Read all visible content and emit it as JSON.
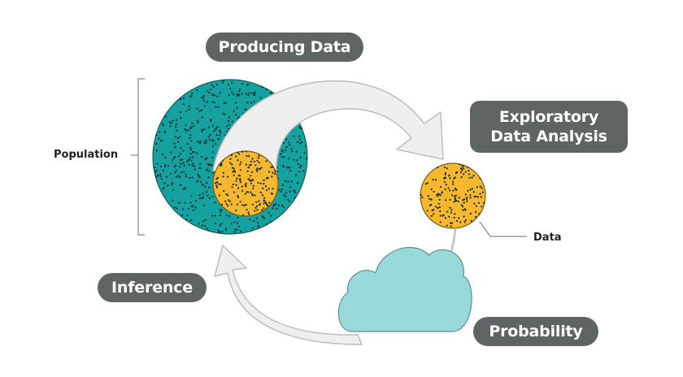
{
  "labels": {
    "producing_data": "Producing Data",
    "exploratory_data_analysis": "Exploratory Data Analysis",
    "inference": "Inference",
    "probability": "Probability",
    "population": "Population",
    "data": "Data"
  },
  "colors": {
    "population_fill": "#15a1a0",
    "sample_fill": "#f8b82d",
    "dots": "#0f2a2a",
    "cloud_fill": "#98dada",
    "arrow_fill": "#efefef",
    "arrow_stroke": "#bdbdbd",
    "pill_bg": "#5d6463",
    "pill_text": "#ffffff",
    "leader_line": "#888888"
  }
}
